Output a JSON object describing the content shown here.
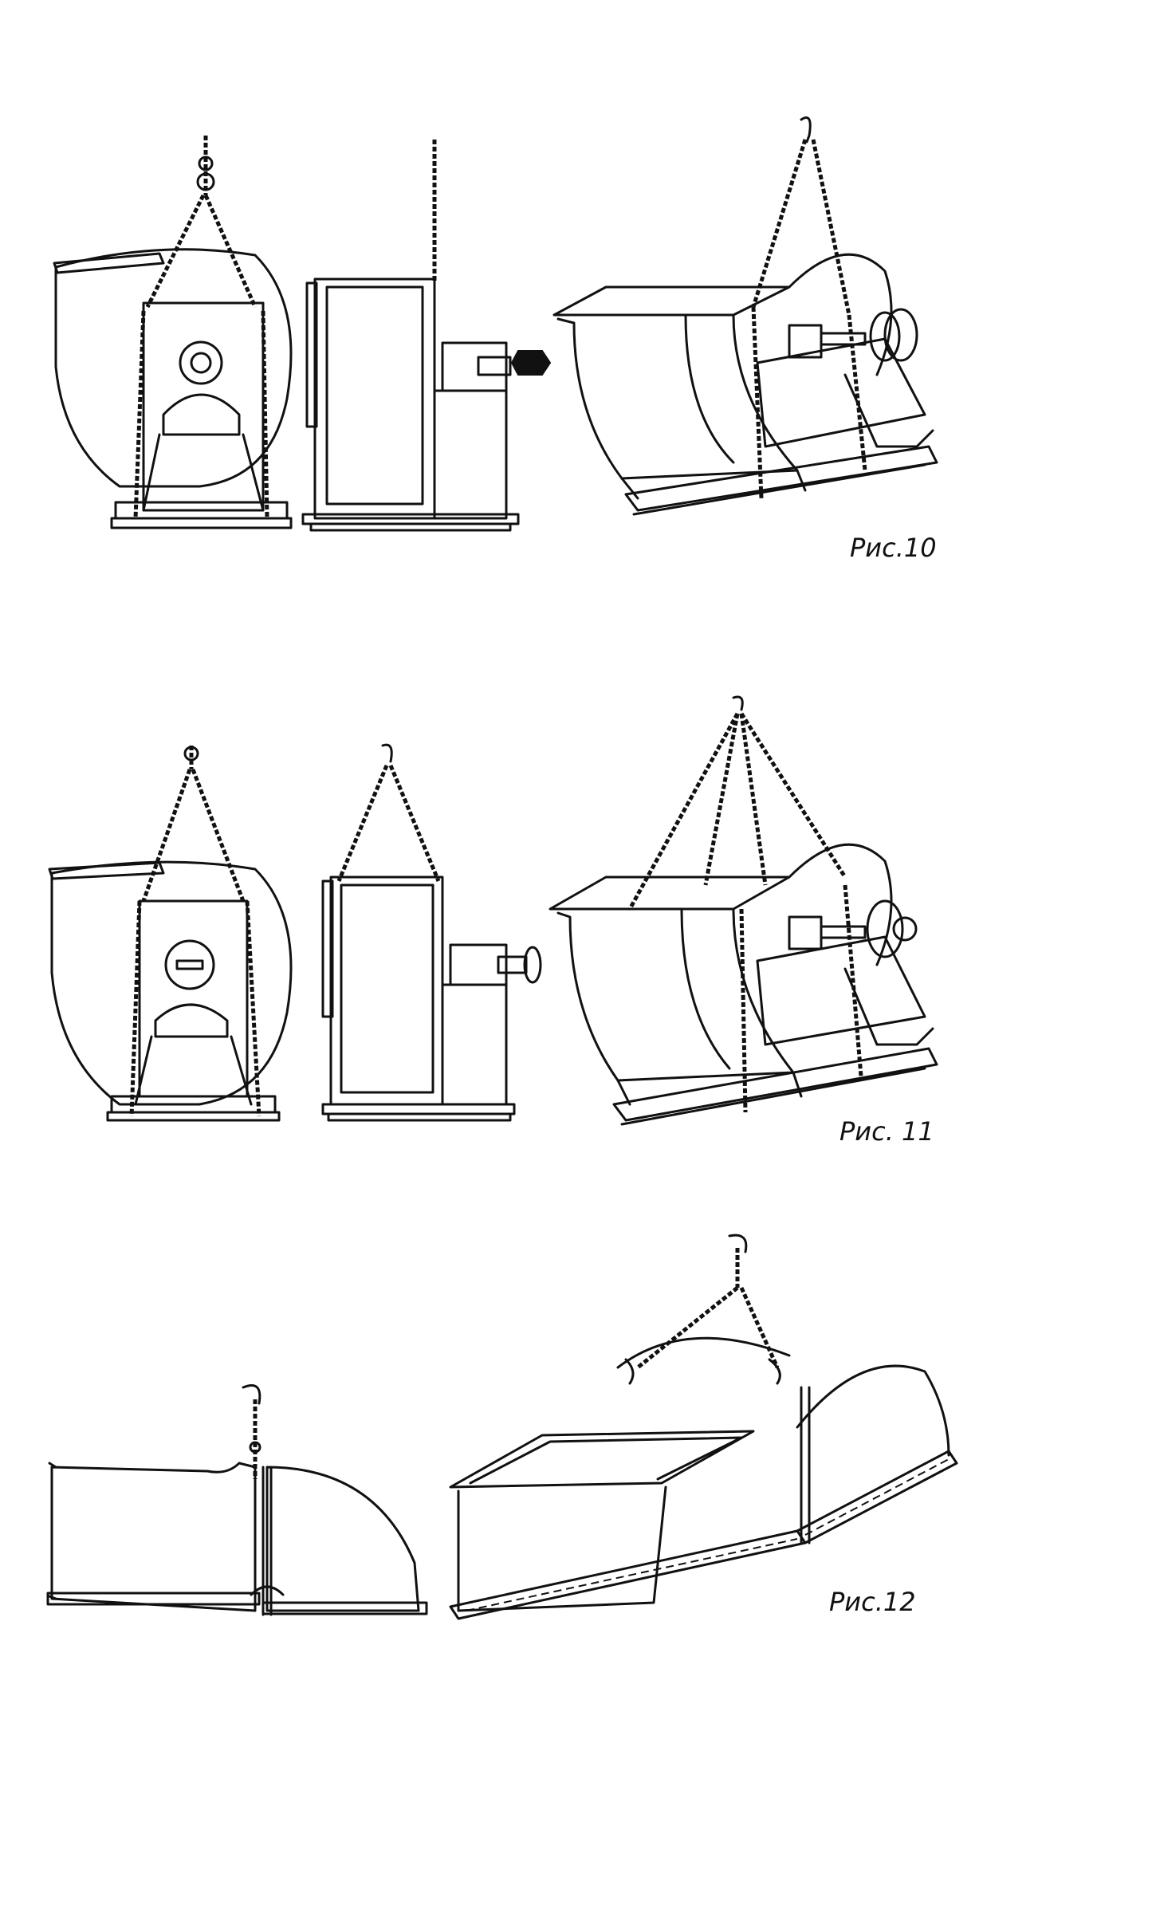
{
  "figures": [
    {
      "id": "fig10",
      "caption": "Рис.10"
    },
    {
      "id": "fig11",
      "caption": "Рис. 11"
    },
    {
      "id": "fig12",
      "caption": "Рис.12"
    }
  ]
}
